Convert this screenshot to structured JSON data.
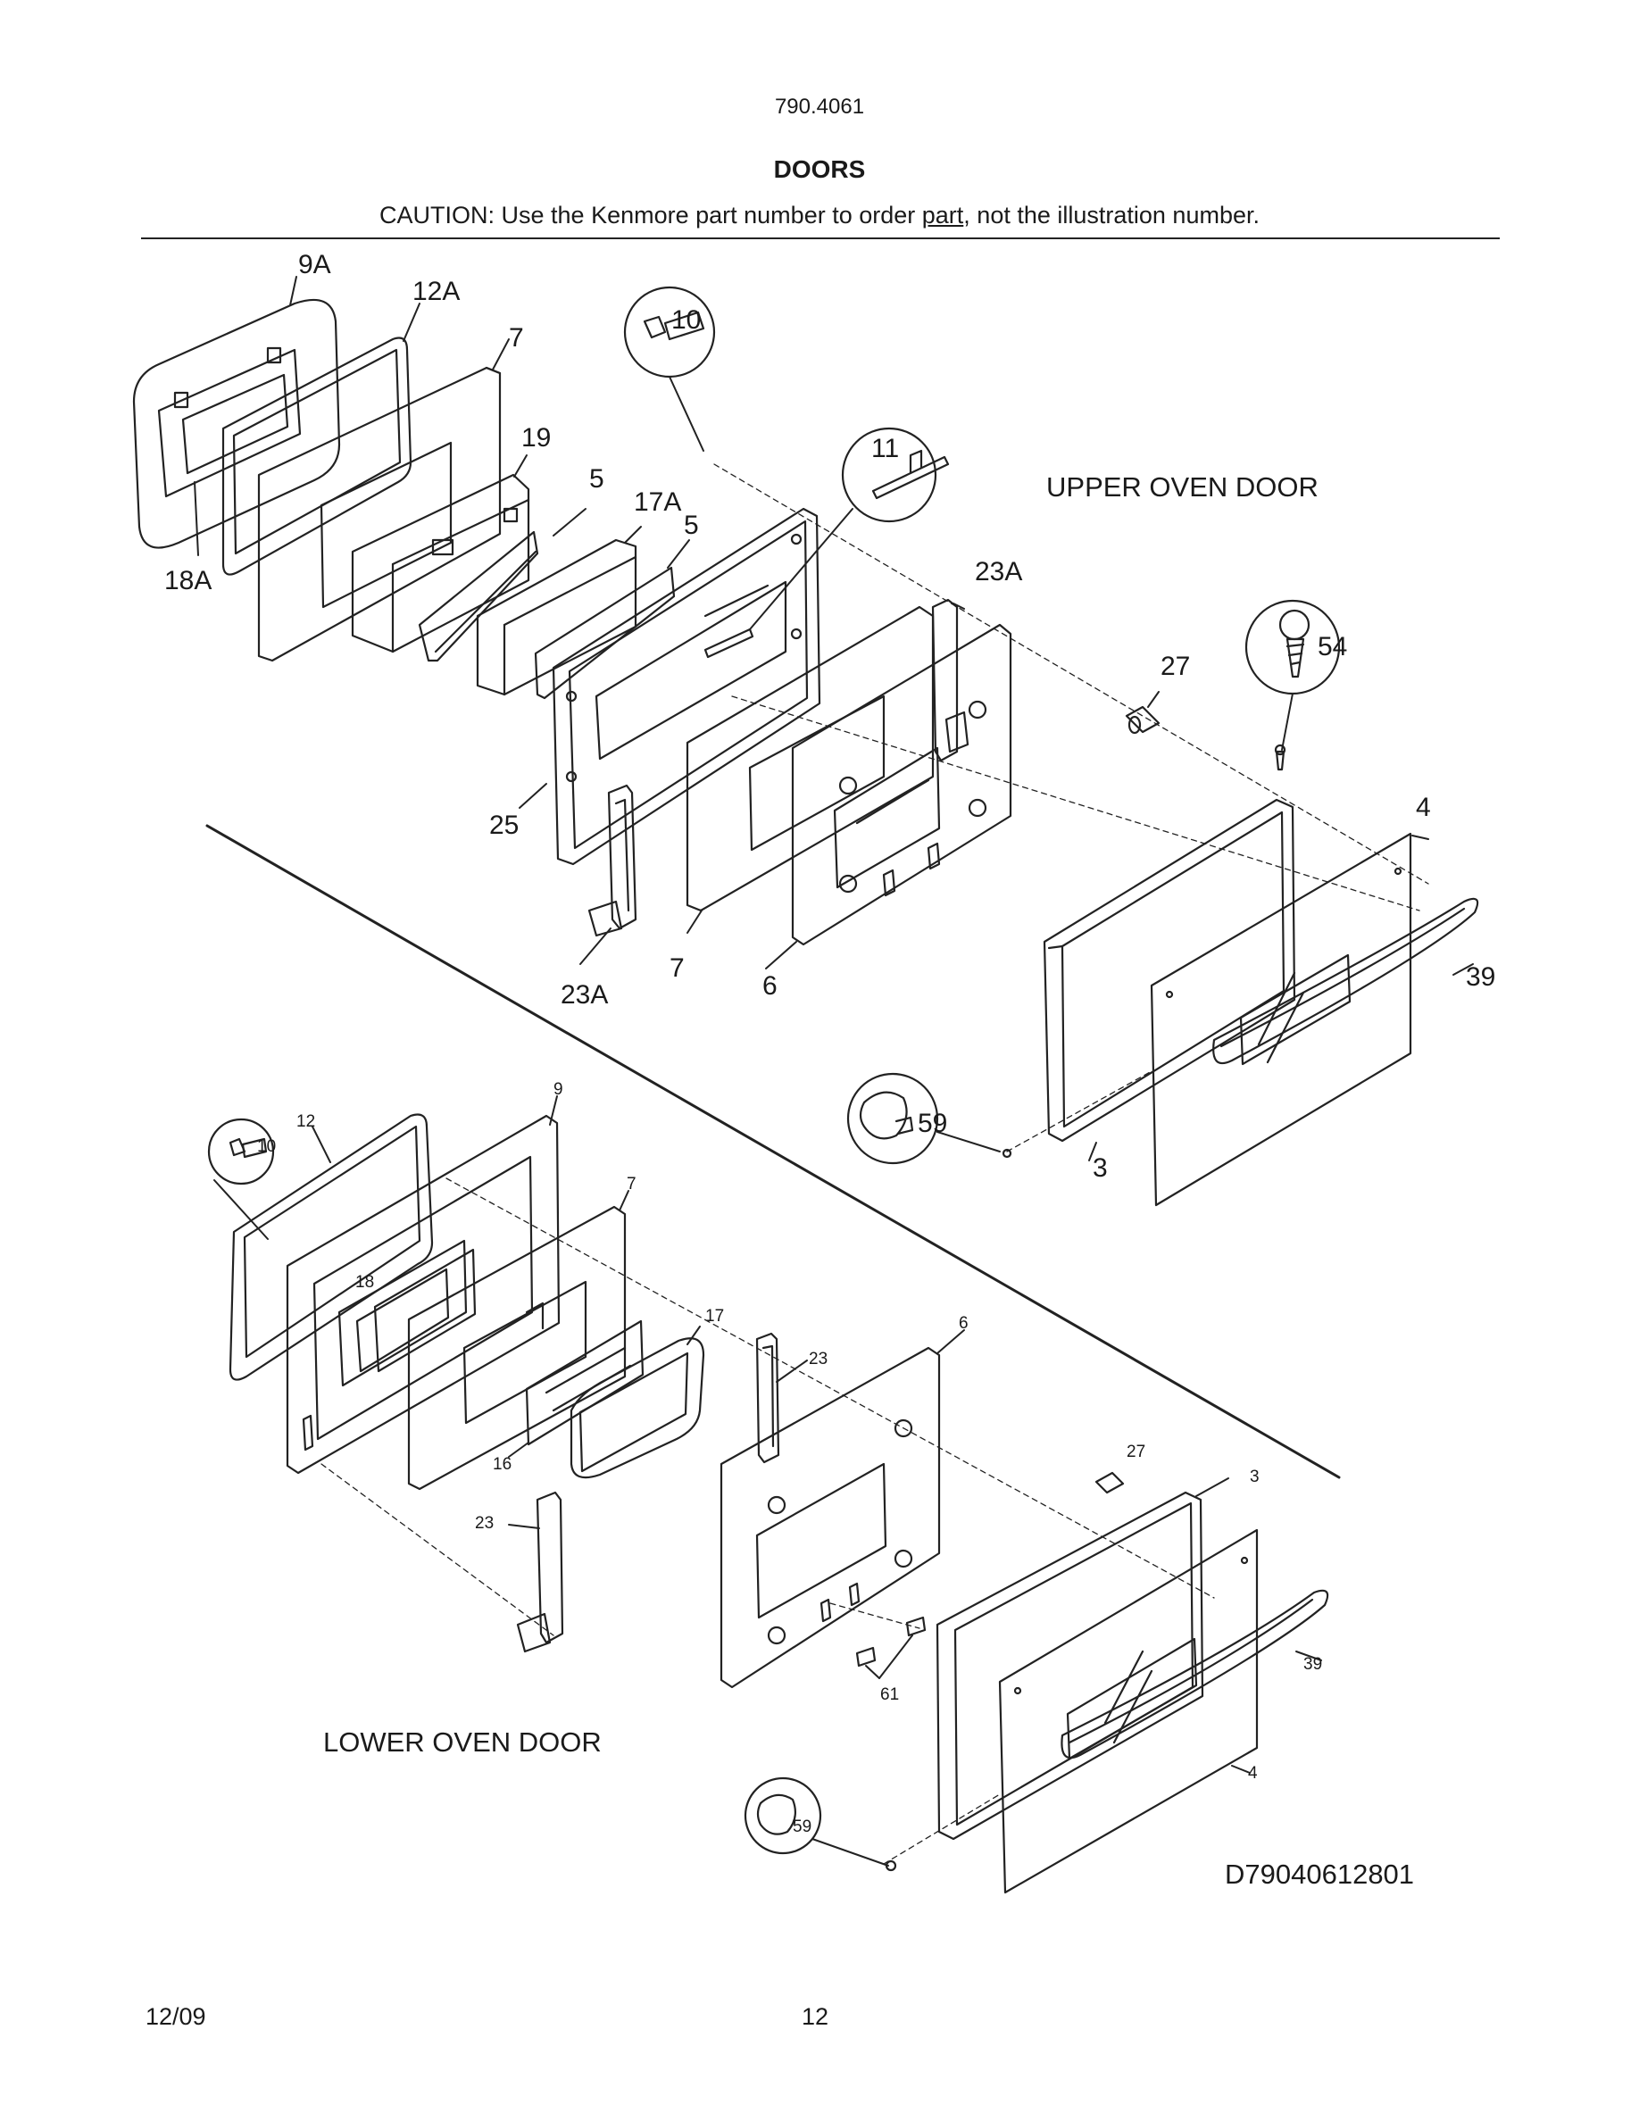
{
  "header": {
    "model": "790.4061",
    "title": "DOORS",
    "caution_pre": "CAUTION: Use the Kenmore part number to order ",
    "caution_link": "part",
    "caution_post": ", not the illustration number."
  },
  "sections": {
    "upper": "UPPER OVEN DOOR",
    "lower": "LOWER OVEN DOOR"
  },
  "diagram_id": "D79040612801",
  "upper_labels": {
    "l9A": "9A",
    "l12A": "12A",
    "l7a": "7",
    "l19": "19",
    "l5a": "5",
    "l17A": "17A",
    "l5b": "5",
    "l18A": "18A",
    "l10": "10",
    "l11": "11",
    "l23Aa": "23A",
    "l27": "27",
    "l54": "54",
    "l25": "25",
    "l23Ab": "23A",
    "l7b": "7",
    "l6": "6",
    "l4": "4",
    "l39": "39",
    "l59": "59",
    "l3": "3"
  },
  "lower_labels": {
    "l9": "9",
    "l12": "12",
    "l10": "10",
    "l7": "7",
    "l18": "18",
    "l17": "17",
    "l16": "16",
    "l6": "6",
    "l23a": "23",
    "l23b": "23",
    "l27": "27",
    "l3": "3",
    "l39": "39",
    "l61": "61",
    "l4": "4",
    "l59": "59"
  },
  "footer": {
    "date": "12/09",
    "page": "12"
  }
}
